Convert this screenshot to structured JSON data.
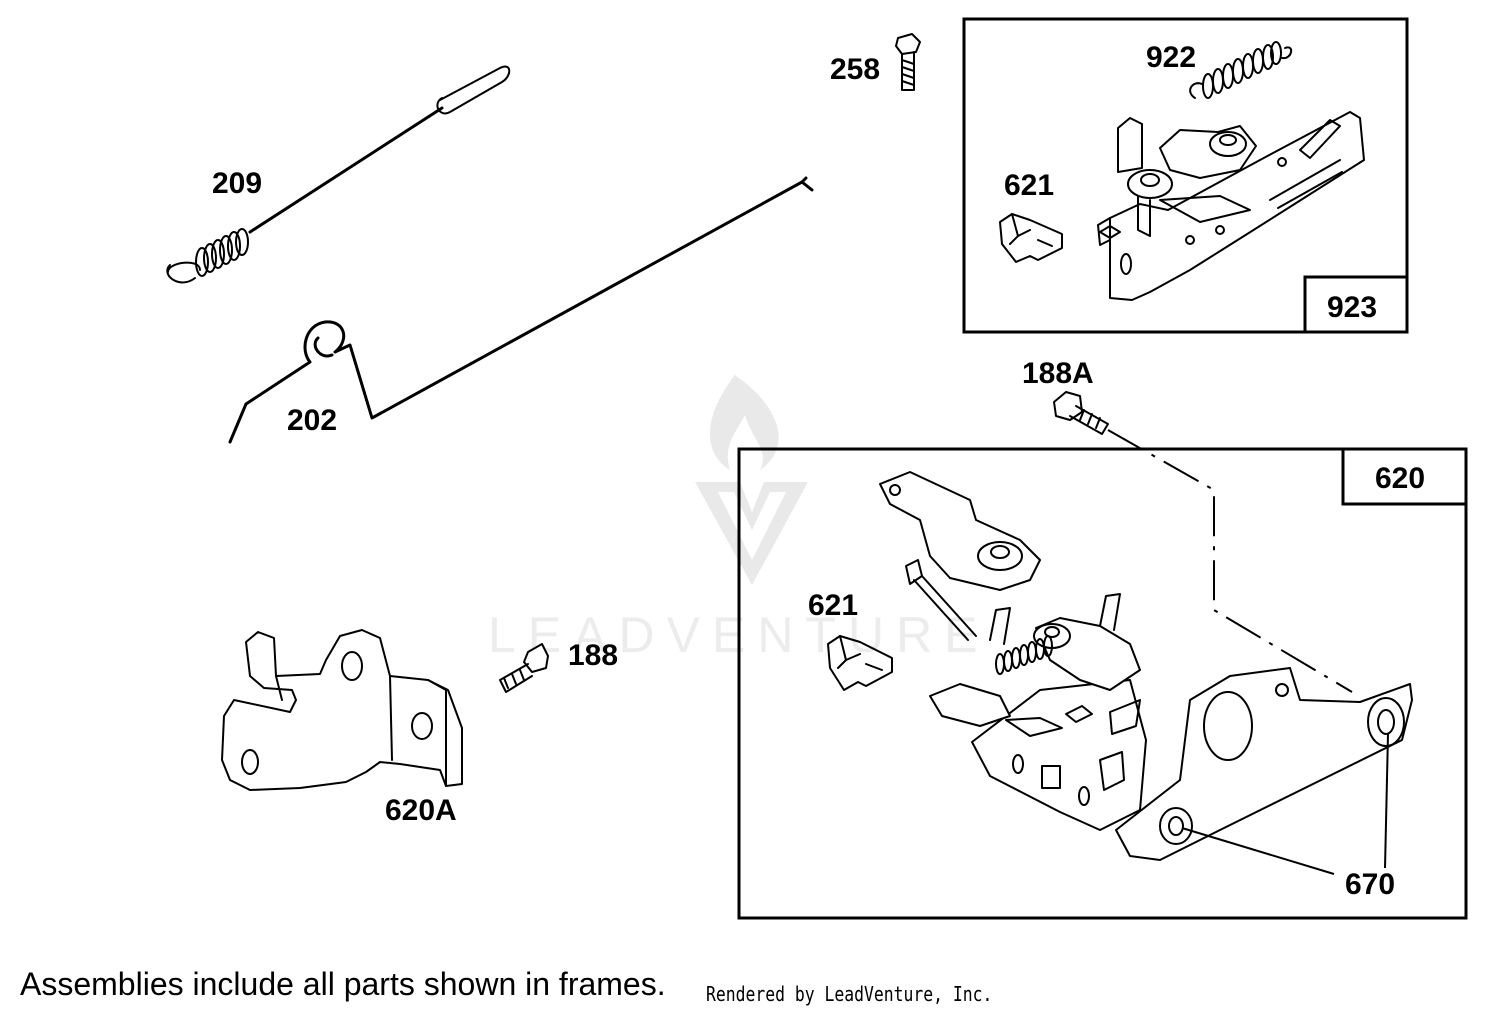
{
  "callouts": {
    "p209": "209",
    "p202": "202",
    "p258": "258",
    "p922": "922",
    "p621_top": "621",
    "p923": "923",
    "p188A": "188A",
    "p620": "620",
    "p621_bottom": "621",
    "p188": "188",
    "p620A": "620A",
    "p670": "670"
  },
  "footer": {
    "note": "Assemblies include all parts shown in frames.",
    "credit": "Rendered by LeadVenture, Inc."
  },
  "watermark": {
    "text": "LEADVENTURE"
  }
}
